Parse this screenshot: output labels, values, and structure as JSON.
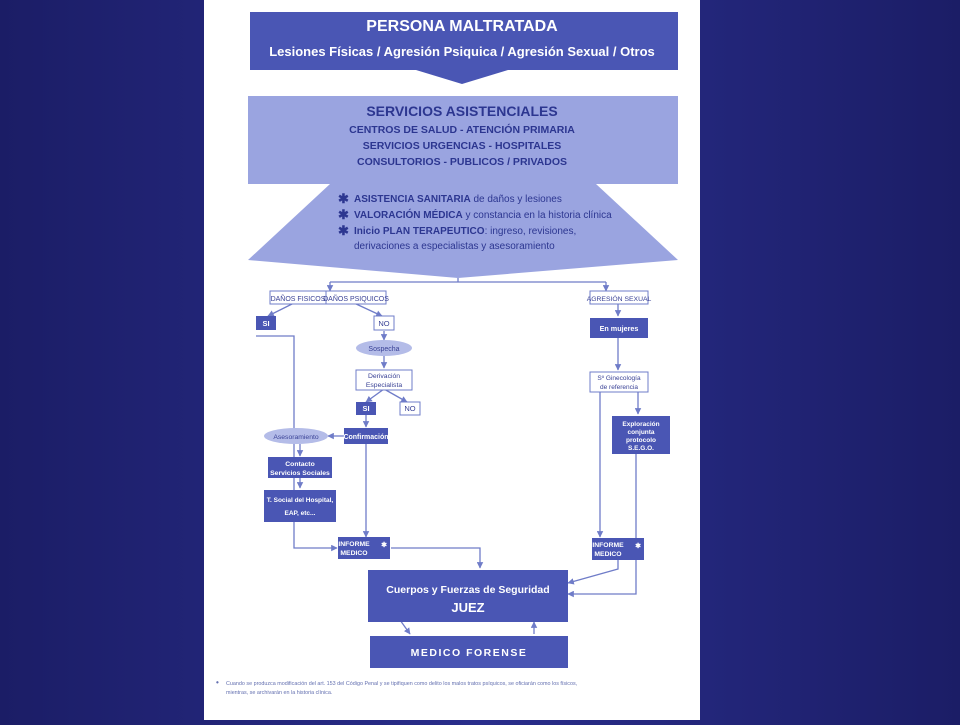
{
  "top_box": {
    "title": "PERSONA  MALTRATADA",
    "subtitle": "Lesiones Físicas / Agresión Psiquica / Agresión Sexual / Otros"
  },
  "services": {
    "title": "SERVICIOS ASISTENCIALES",
    "lines": [
      "CENTROS DE SALUD - ATENCIÓN PRIMARIA",
      "SERVICIOS URGENCIAS - HOSPITALES",
      "CONSULTORIOS - PUBLICOS / PRIVADOS"
    ],
    "bullets": [
      {
        "strong": "ASISTENCIA SANITARIA",
        "rest": " de daños y lesiones"
      },
      {
        "strong": "VALORACIÓN MÉDICA",
        "rest": " y constancia en la historia clínica"
      },
      {
        "strong": "Inicio PLAN TERAPEUTICO",
        "rest": ": ingreso, revisiones,"
      }
    ],
    "bullet_cont": "derivaciones a especialistas y asesoramiento"
  },
  "left_branch": {
    "danos_fisicos": "DAÑOS FISICOS",
    "danos_psiquicos": "DAÑOS PSIQUICOS",
    "si": "SI",
    "no": "NO",
    "sospecha": "Sospecha",
    "derivacion_1": "Derivación",
    "derivacion_2": "Especialista",
    "si2": "SI",
    "no2": "NO",
    "asesoramiento": "Asesoramiento",
    "confirmacion": "Confirmación",
    "contacto_1": "Contacto",
    "contacto_2": "Servicios Sociales",
    "social_1": "T. Social del Hospital,",
    "social_2": "EAP, etc...",
    "informe_1": "INFORME",
    "informe_2": "MEDICO"
  },
  "right_branch": {
    "agresion_sexual": "AGRESIÓN SEXUAL",
    "en_mujeres": "En mujeres",
    "ginecologia_1": "Sº Ginecología",
    "ginecologia_2": "de referencia",
    "exploracion_1": "Exploración",
    "exploracion_2": "conjunta",
    "exploracion_3": "protocolo",
    "exploracion_4": "S.E.G.O.",
    "informe_1": "INFORME",
    "informe_2": "MEDICO"
  },
  "juez_box": {
    "line1": "Cuerpos y Fuerzas de Seguridad",
    "line2": "JUEZ"
  },
  "forense_box": {
    "label": "MEDICO   FORENSE"
  },
  "footnote": {
    "line1": "Cuando se produzca modificación del art. 153 del Código Penal y se tipifiquen como delito los malos tratos psíquicos, se oficiarán como los físicos,",
    "line2": "mientras, se archivarán en la historia clínica."
  },
  "colors": {
    "box_dark": "#4a56b4",
    "box_light": "#9aa4e0",
    "line": "#6f7cc8",
    "background": "#22267a"
  }
}
